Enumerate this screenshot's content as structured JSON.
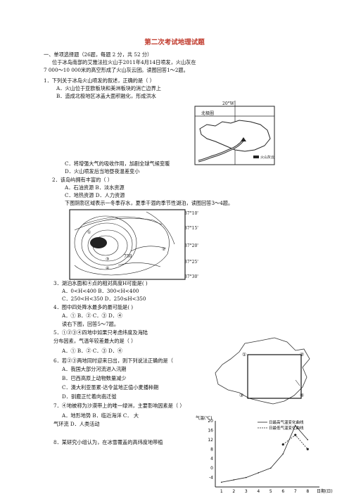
{
  "title": "第二次考试地理试题",
  "section_header": "一、单项选择题（26题，每题 2 分，共 52 分）",
  "intro_line1": "位于冰岛南部的艾雅法拉火山于2011年4月14日喷发，火山灰在",
  "intro_line2": "7 000～10 000米的高空形成了火山灰云团。读图回答1～2题。",
  "q1": {
    "stem": "1．下列关于冰岛火山喷发的叙述，正确的是（      ）",
    "A": "A．火山位于亚欧板块和美洲板块的消亡边界上",
    "B": "B．造成北极地区冰盖大面积融化，形成洪水",
    "C": "C．将增强大气的吸收作用，加剧全球气候变暖",
    "D": "D．火山喷发后当地昼夜温差变小"
  },
  "map1": {
    "lon_label": "20°W",
    "region_label": "北极圈",
    "legend": "火山灰云"
  },
  "q2": {
    "stem": "2．该岛屿拥有丰富的（      ）",
    "row1": "A．石油资源      B．淡水资源",
    "row2": "C．地热资源      D．人力资源"
  },
  "intro2": "下图阴影区域表示一冬季存水，夏季干涸的季节性湖泊，读图回答3～4题。",
  "map2": {
    "lat_labels": [
      "37°10'",
      "37°15'",
      "37°20'",
      "37°25'",
      "37°30'"
    ],
    "contour_label": "750",
    "points": [
      "①",
      "②",
      "③",
      "④"
    ]
  },
  "q3": {
    "stem": "3．湖泊水面和④点的相对高度H可能是(      )",
    "row1": "A．0<H<400      B．300<H<400",
    "row2": "C．250<H<350     D．250≤H<350"
  },
  "q4": {
    "stem": "4．图中四处降水最多的最可能是(      )",
    "row1": "A．①   B．②     C．③   D．④"
  },
  "intro3": "读右下图，回答5～7题。",
  "q5": {
    "stem": "5．①②③④四地中如果只考虑纬度及海陆",
    "stem2": "分布因素，气温年较差最大的是（      ）",
    "row1": "A．①          B．②   C．③          D．④"
  },
  "q6": {
    "stem": "6．若②③两地同时迎来日出，则下列说法正确的是（",
    "A": "A．我国大部分河流进入汛期",
    "B": "B．巴西高原上动物数量减少",
    "C": "C．澳大利亚墨累-达令盆地正值小麦播种期",
    "D": "D．驯鹿正忙着向南迁徙"
  },
  "q7": {
    "stem": "7．④地被称为沙漠带上的唯一绿洲，主要影响因素是（      ）",
    "row1": "A．地形地势       B．临近海洋          C．   大",
    "row2": "气环流       D．人类活动"
  },
  "q8": {
    "stem": "8．某研究小组认为，在冰雪覆盖的高纬度地带植"
  },
  "map3": {
    "points": [
      "①",
      "②",
      "③",
      "④"
    ]
  },
  "chart_data": {
    "type": "line",
    "ylabel": "气温(℃)",
    "xlabel": "日期(日)",
    "x": [
      1,
      2,
      3,
      4,
      5,
      6,
      7,
      8
    ],
    "ylim": [
      -8,
      20
    ],
    "yticks": [
      20,
      16,
      12,
      8,
      4,
      0,
      -4
    ],
    "series": [
      {
        "name": "日最高气温变化曲线",
        "style": "solid",
        "values": [
          -6,
          -5,
          -4,
          -2,
          0,
          6,
          18,
          12
        ]
      },
      {
        "name": "日最低气温变化曲线",
        "style": "dashed",
        "values": [
          null,
          null,
          null,
          null,
          null,
          10,
          14,
          8
        ]
      }
    ]
  }
}
